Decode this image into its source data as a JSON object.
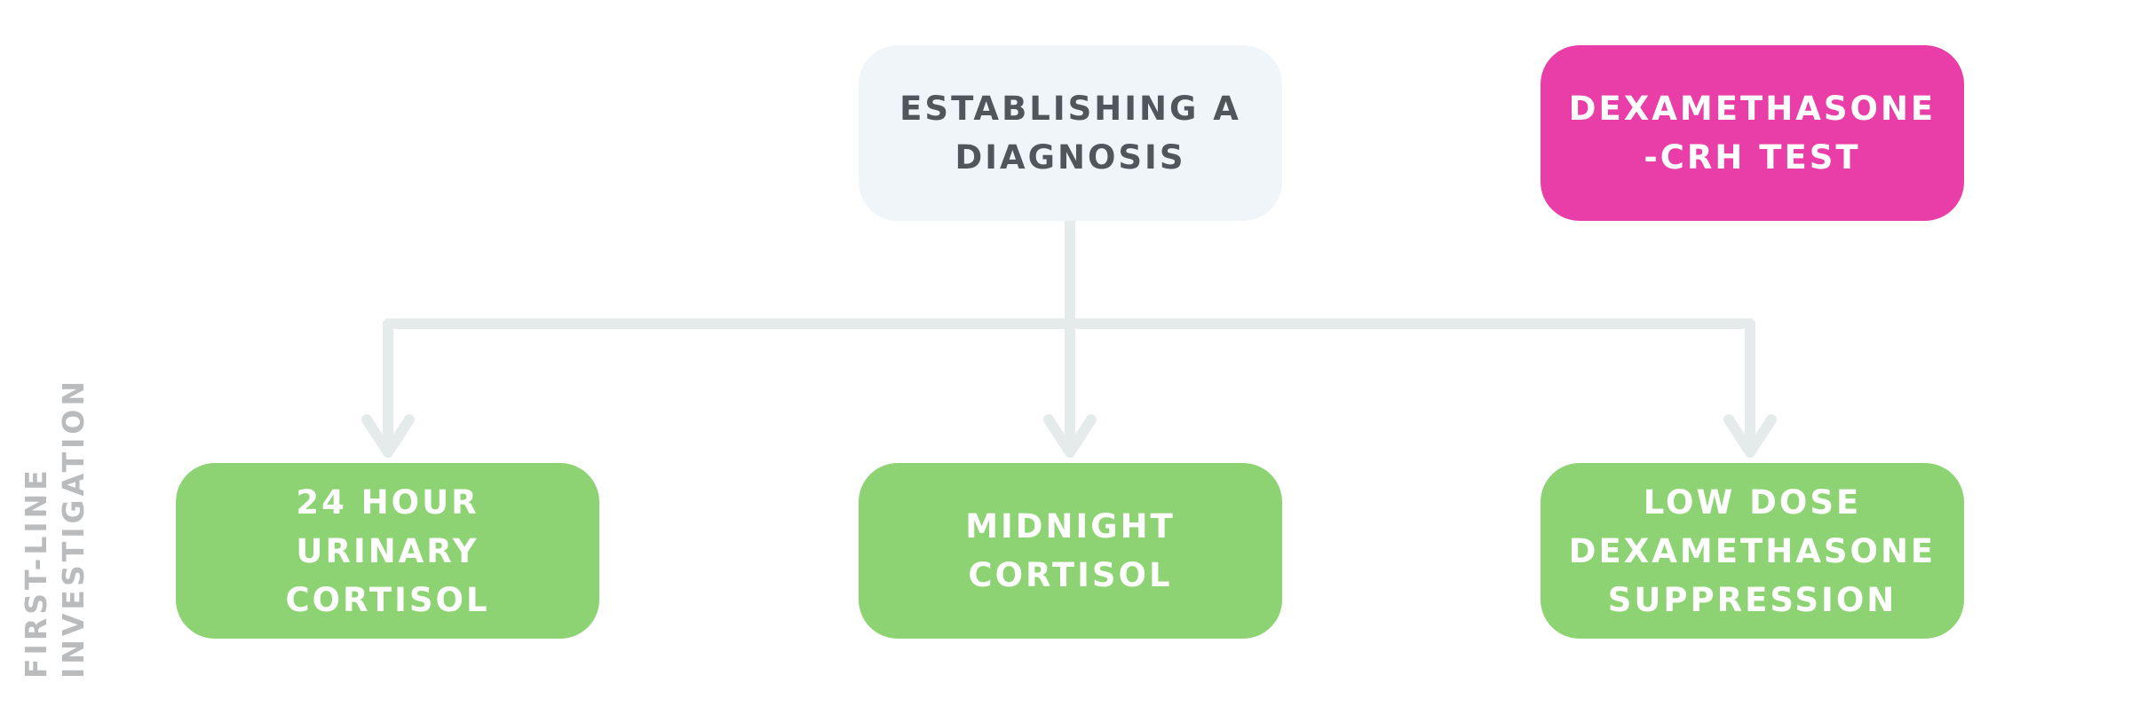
{
  "diagram": {
    "root": {
      "text": "ESTABLISHING A\nDIAGNOSIS"
    },
    "extra_test": {
      "text": "DEXAMETHASONE\n-CRH TEST"
    },
    "first_line": [
      {
        "text": "24 HOUR\nURINARY CORTISOL"
      },
      {
        "text": "MIDNIGHT\nCORTISOL"
      },
      {
        "text": "LOW DOSE\nDEXAMETHASONE\nSUPPRESSION"
      }
    ],
    "side_label": "FIRST-LINE\nINVESTIGATION"
  },
  "colors": {
    "root_fill": "#f0f5fa",
    "root_text": "#51565c",
    "extra_fill": "#e93ea7",
    "leaf_fill": "#8dd373",
    "connector": "#e5ebeb",
    "side_label": "#b9bbbd"
  }
}
